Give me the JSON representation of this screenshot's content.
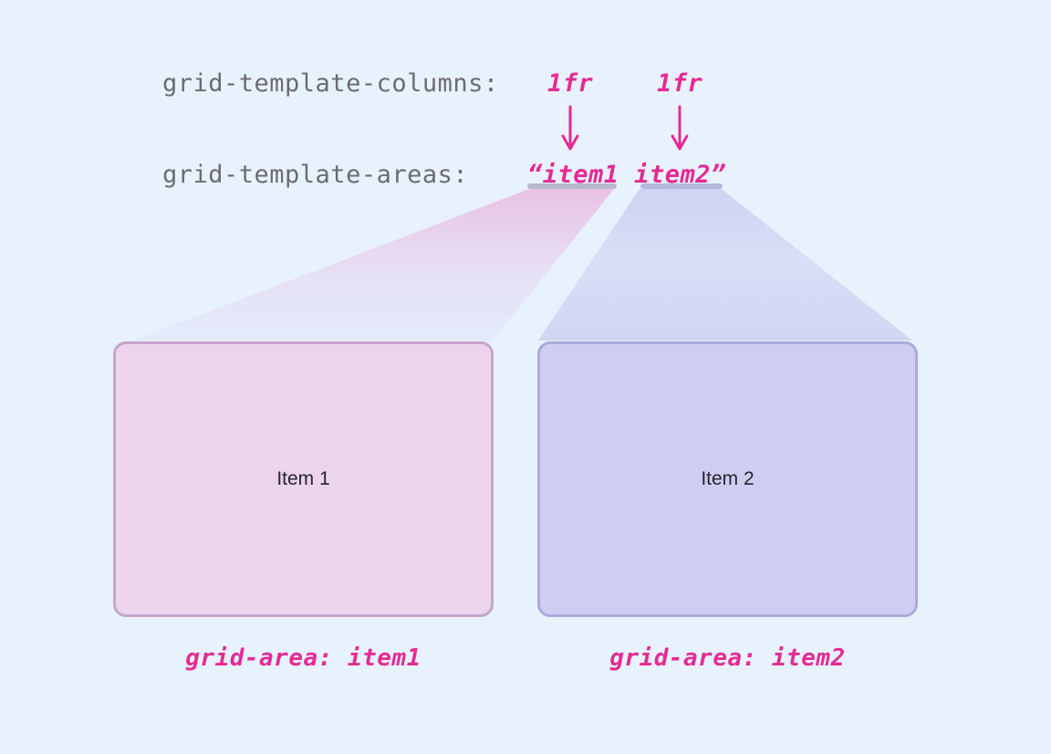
{
  "diagram": {
    "title_hint": "CSS grid-template-areas illustration",
    "code": {
      "line1": {
        "property": "grid-template-columns:",
        "value1": "1fr",
        "value2": "1fr"
      },
      "line2": {
        "property": "grid-template-areas:",
        "value": "“item1 item2”"
      }
    },
    "items": [
      {
        "label": "Item 1",
        "caption": "grid-area: item1"
      },
      {
        "label": "Item 2",
        "caption": "grid-area: item2"
      }
    ],
    "icons": [
      {
        "name": "down-arrow-icon",
        "meaning": "maps 1fr column to area name"
      },
      {
        "name": "down-arrow-icon",
        "meaning": "maps 1fr column to area name"
      }
    ],
    "colors": {
      "background": "#e8f2fc",
      "code_property_gray": "#6b6b71",
      "accent_pink": "#e52a95",
      "item1_fill": "#ecd4ec",
      "item1_border": "#c6a5cc",
      "item2_fill": "#d0cdf3",
      "item2_border": "#abaad8",
      "item1_beam": "#ea9ed1",
      "item2_beam": "#9e9ce0",
      "item1_underline": "#b2aec3",
      "item2_underline": "#b0b0d8"
    }
  }
}
